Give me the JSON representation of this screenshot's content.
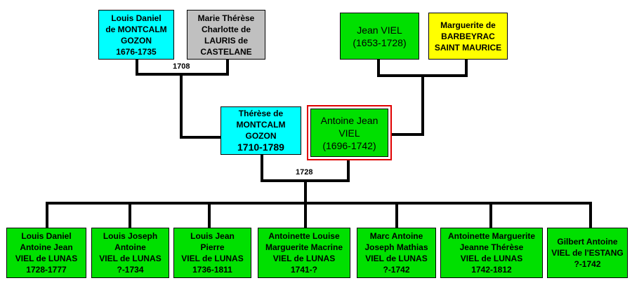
{
  "grandparents_paternal": {
    "father": "Jean VIEL\n(1653-1728)",
    "mother": "Marguerite de\nBARBEYRAC\nSAINT MAURICE"
  },
  "grandparents_maternal": {
    "father": "Louis Daniel\nde MONTCALM\nGOZON\n1676-1735",
    "mother": "Marie Thérèse\nCharlotte de\nLAURIS de\nCASTELANE",
    "marriage_year": "1708"
  },
  "parents": {
    "mother": "Thérèse de\nMONTCALM\nGOZON",
    "mother_dates": "1710-1789",
    "father": "Antoine Jean\nVIEL\n(1696-1742)",
    "marriage_year": "1728"
  },
  "children": [
    "Louis Daniel\nAntoine Jean\nVIEL de LUNAS\n1728-1777",
    "Louis Joseph\nAntoine\nVIEL de LUNAS\n?-1734",
    "Louis Jean\nPierre\nVIEL de LUNAS\n1736-1811",
    "Antoinette Louise\nMarguerite Macrine\nVIEL de LUNAS\n1741-?",
    "Marc Antoine\nJoseph Mathias\nVIEL de LUNAS\n?-1742",
    "Antoinette Marguerite\nJeanne Thérèse\nVIEL de LUNAS\n1742-1812",
    "Gilbert Antoine\nVIEL de l'ESTANG\n?-1742"
  ],
  "colors": {
    "viel": "#00e000",
    "montcalm": "#00ffff",
    "lauris": "#c0c0c0",
    "barbeyrac": "#ffff00",
    "focus_border": "#e00000"
  }
}
